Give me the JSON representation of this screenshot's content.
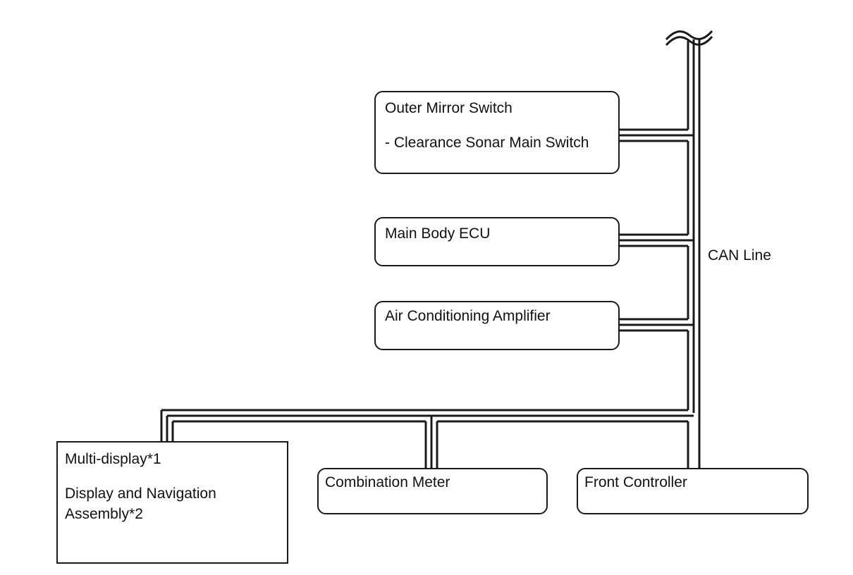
{
  "diagram": {
    "bus_label": "CAN Line",
    "nodes": {
      "outer_mirror_switch": {
        "title": "Outer Mirror Switch",
        "subtitle": "- Clearance Sonar Main Switch"
      },
      "main_body_ecu": {
        "title": "Main Body ECU"
      },
      "air_conditioning_amplifier": {
        "title": "Air Conditioning Amplifier"
      },
      "multi_display": {
        "line1": "Multi-display*1",
        "line2": "Display and Navigation",
        "line3": "Assembly*2"
      },
      "combination_meter": {
        "title": "Combination Meter"
      },
      "front_controller": {
        "title": "Front Controller"
      }
    },
    "colors": {
      "line": "#1a1a1a",
      "background": "#ffffff"
    }
  }
}
